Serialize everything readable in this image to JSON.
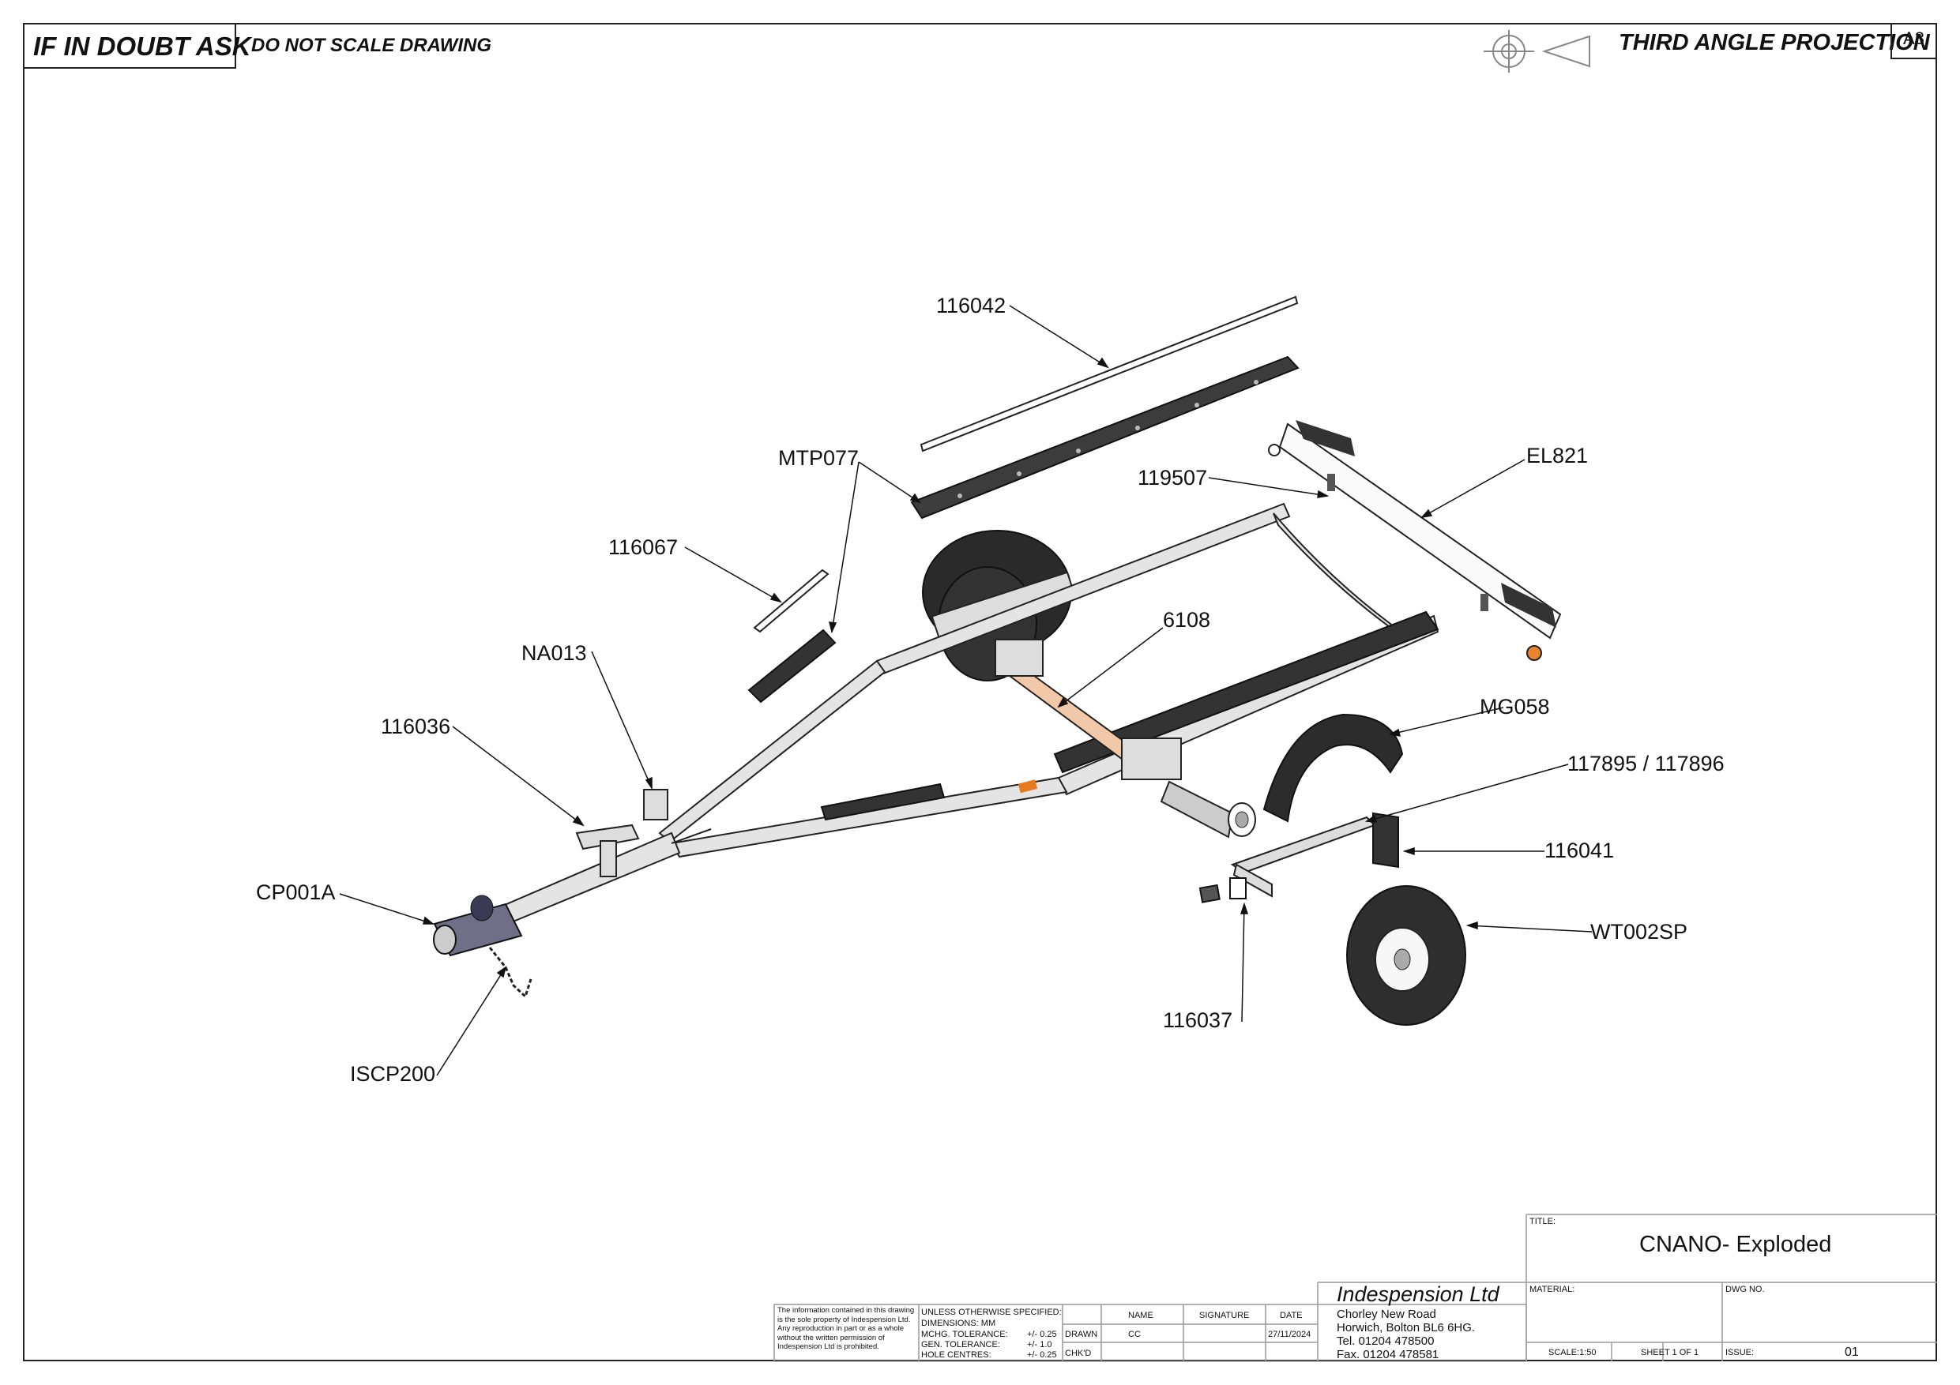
{
  "header": {
    "if_in_doubt": "IF IN DOUBT ASK",
    "do_not_scale": "DO NOT SCALE DRAWING",
    "projection": "THIRD ANGLE PROJECTION",
    "paper_size": "A3"
  },
  "callouts": {
    "c116042": "116042",
    "mtp077": "MTP077",
    "c119507": "119507",
    "el821": "EL821",
    "c116067": "116067",
    "c6108": "6108",
    "na013": "NA013",
    "mg058": "MG058",
    "c116036": "116036",
    "c117895": "117895 / 117896",
    "c116041": "116041",
    "cp001a": "CP001A",
    "wt002sp": "WT002SP",
    "c116037": "116037",
    "iscp200": "ISCP200"
  },
  "title_block": {
    "proprietary_notice": "The information contained in this drawing is the sole property of Indespension Ltd. Any reproduction in part or as a whole without the written permission of Indespension Ltd is prohibited.",
    "tolerances": {
      "unless_otherwise": "UNLESS OTHERWISE SPECIFIED:",
      "dimensions": "DIMENSIONS:  MM",
      "mchg_label": "MCHG. TOLERANCE:",
      "mchg_value": "+/- 0.25",
      "gen_label": "GEN. TOLERANCE:",
      "gen_value": "+/- 1.0",
      "hole_label": "HOLE CENTRES:",
      "hole_value": "+/- 0.25"
    },
    "approvals": {
      "name_header": "NAME",
      "signature_header": "SIGNATURE",
      "date_header": "DATE",
      "drawn_label": "DRAWN",
      "drawn_name": "CC",
      "drawn_date": "27/11/2024",
      "checked_label": "CHK'D"
    },
    "company": {
      "name": "Indespension Ltd",
      "address_1": "Chorley New Road",
      "address_2": "Horwich, Bolton BL6 6HG.",
      "tel": "Tel. 01204 478500",
      "fax": "Fax. 01204 478581"
    },
    "title_label": "TITLE:",
    "title": "CNANO- Exploded",
    "material_label": "MATERIAL:",
    "dwg_no_label": "DWG NO.",
    "scale": "SCALE:1:50",
    "sheet": "SHEET 1 OF 1",
    "issue_label": "ISSUE:",
    "issue": "01"
  }
}
